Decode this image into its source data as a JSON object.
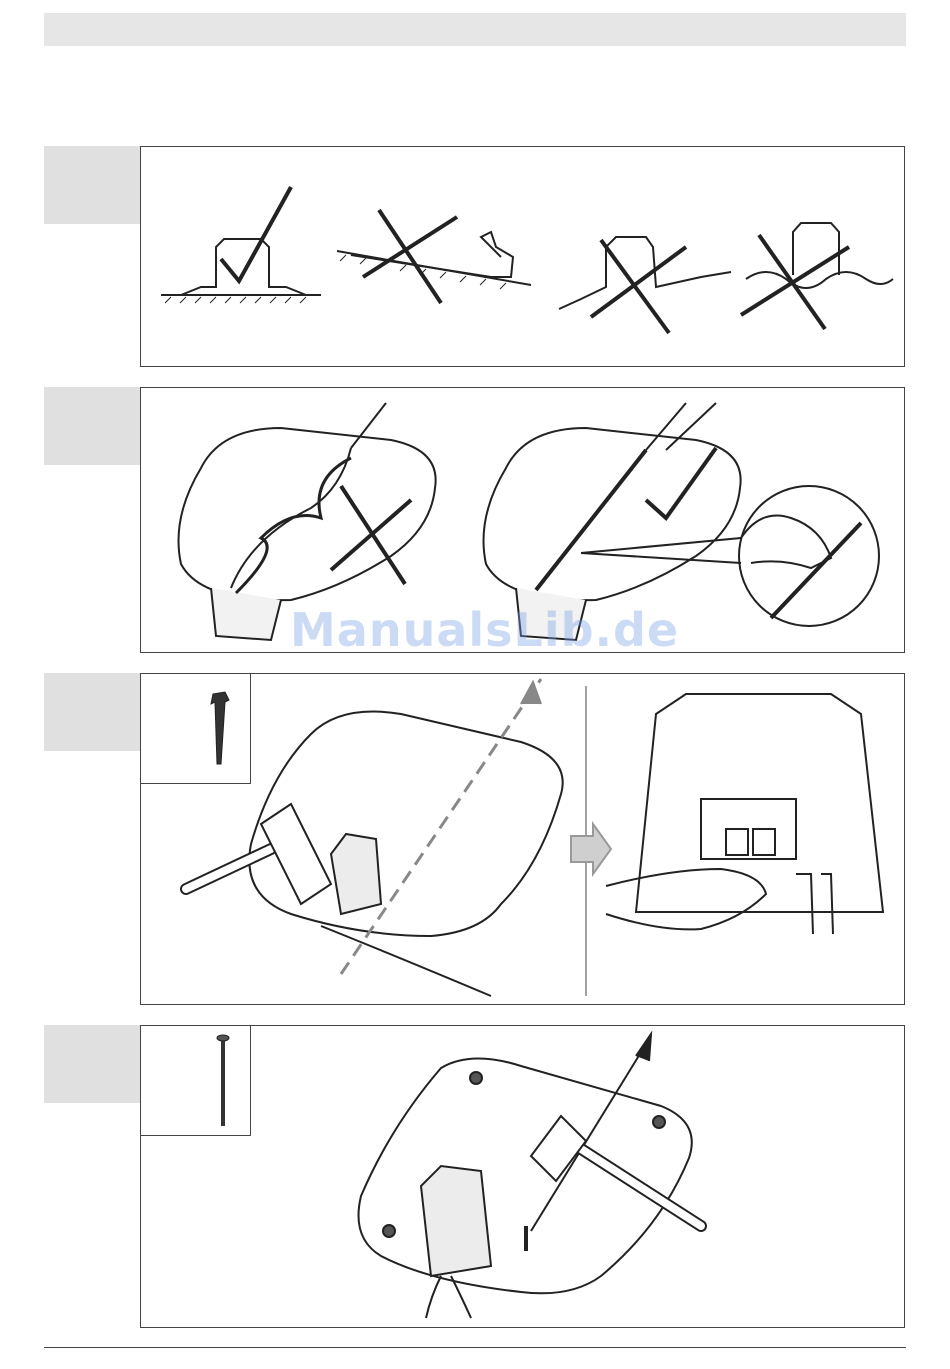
{
  "watermark": {
    "text": "ManualsLib.de"
  },
  "steps": [
    {
      "id": "step-1",
      "content": "level-placement"
    },
    {
      "id": "step-2",
      "content": "cable-routing"
    },
    {
      "id": "step-3",
      "content": "anchor-pegs-and-connection"
    },
    {
      "id": "step-4",
      "content": "ground-spikes"
    }
  ],
  "icons": [
    "check-mark-icon",
    "cross-mark-icon",
    "hammer-icon",
    "arrow-right-icon",
    "peg-icon",
    "nail-icon"
  ]
}
